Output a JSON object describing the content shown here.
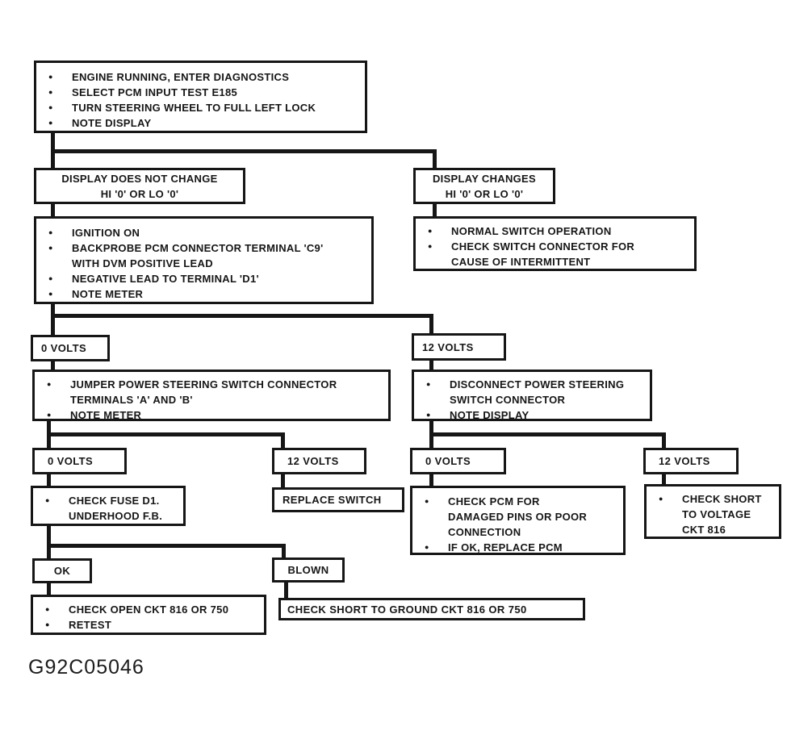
{
  "caption": "G92C05046",
  "colors": {
    "ink": "#161616",
    "background": "#ffffff"
  },
  "nodes": {
    "start": {
      "items": [
        "ENGINE RUNNING, ENTER DIAGNOSTICS",
        "SELECT PCM INPUT TEST E185",
        "TURN STEERING WHEEL TO FULL LEFT LOCK",
        "NOTE DISPLAY"
      ]
    },
    "no_change": {
      "line1": "DISPLAY DOES NOT CHANGE",
      "line2": "HI '0' OR LO '0'"
    },
    "changes": {
      "line1": "DISPLAY CHANGES",
      "line2": "HI '0' OR LO '0'"
    },
    "backprobe": {
      "items": [
        "IGNITION ON",
        "BACKPROBE PCM CONNECTOR TERMINAL 'C9'\nWITH DVM POSITIVE LEAD",
        "NEGATIVE LEAD TO TERMINAL 'D1'",
        "NOTE METER"
      ]
    },
    "normal": {
      "items": [
        "NORMAL SWITCH OPERATION",
        "CHECK SWITCH CONNECTOR FOR\nCAUSE OF INTERMITTENT"
      ]
    },
    "v0_a": {
      "label": "0 VOLTS"
    },
    "v12_a": {
      "label": "12 VOLTS"
    },
    "jumper": {
      "items": [
        "JUMPER POWER STEERING SWITCH CONNECTOR\nTERMINALS 'A' AND 'B'",
        "NOTE METER"
      ]
    },
    "disconnect": {
      "items": [
        "DISCONNECT POWER STEERING\nSWITCH CONNECTOR",
        "NOTE DISPLAY"
      ]
    },
    "v0_b": {
      "label": "0 VOLTS"
    },
    "v12_b": {
      "label": "12 VOLTS"
    },
    "v0_c": {
      "label": "0 VOLTS"
    },
    "v12_c": {
      "label": "12 VOLTS"
    },
    "check_fuse": {
      "items": [
        "CHECK FUSE D1.\nUNDERHOOD F.B."
      ]
    },
    "replace_switch": {
      "label": "REPLACE SWITCH"
    },
    "check_pcm": {
      "items": [
        "CHECK PCM FOR\nDAMAGED PINS OR POOR\nCONNECTION",
        "IF OK, REPLACE PCM"
      ]
    },
    "short_voltage": {
      "items": [
        "CHECK SHORT\nTO VOLTAGE\nCKT 816"
      ]
    },
    "ok": {
      "label": "OK"
    },
    "blown": {
      "label": "BLOWN"
    },
    "check_open": {
      "items": [
        "CHECK OPEN CKT 816 OR 750",
        "RETEST"
      ]
    },
    "short_ground": {
      "label": "CHECK SHORT TO GROUND CKT 816 OR 750"
    }
  }
}
